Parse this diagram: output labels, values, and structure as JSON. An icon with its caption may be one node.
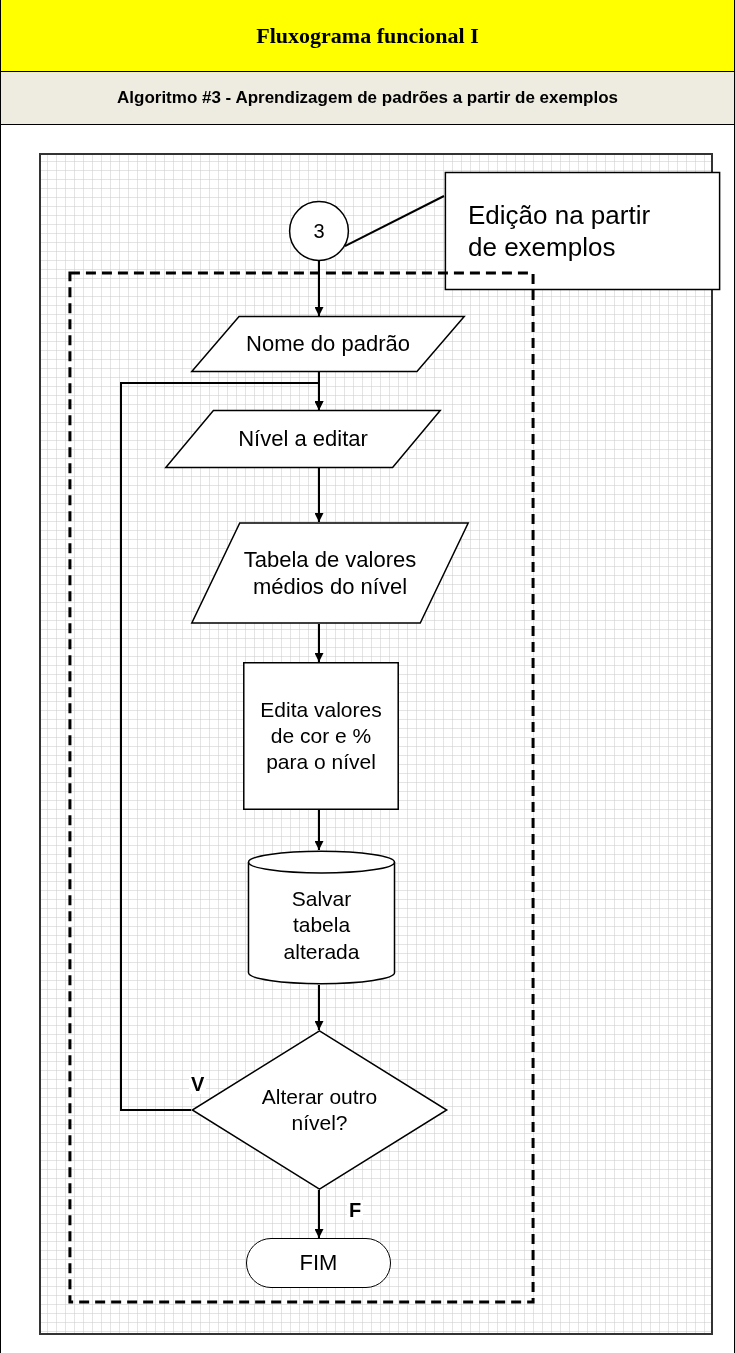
{
  "diagram": {
    "title": "Fluxograma funcional I",
    "nodes": [
      {
        "text": [
          "3"
        ]
      },
      {
        "text": [
          "Edição na partir de exemplos"
        ]
      },
      {
        "text": [],
        "shape": "box"
      },
      {
        "text": [
          "Nome do padrão"
        ],
        "in": 2
      },
      {
        "text": [
          "Nível a editar"
        ],
        "in": 2
      },
      {
        "text": [
          "Tabela de valores médios do nível"
        ],
        "in": 2
      },
      {
        "text": [
          "Edita valores de cor e % para o nível"
        ],
        "in": 2
      },
      {
        "text": [
          "Salvar tabela alterada"
        ],
        "in": 2
      },
      {
        "text": [
          "Alterar outro nível?"
        ],
        "in": 2
      },
      {
        "text": [
          "FIM"
        ],
        "in": 2
      }
    ],
    "edges": [
      {
        "from": 0,
        "to": 3,
        "arrow": "to"
      },
      {
        "from": 3,
        "to": 4,
        "arrow": "to"
      },
      {
        "from": 4,
        "to": 5,
        "arrow": "to"
      },
      {
        "from": 5,
        "to": 6,
        "arrow": "to"
      },
      {
        "from": 6,
        "to": 7,
        "arrow": "to"
      },
      {
        "from": 7,
        "to": 8,
        "arrow": "to"
      },
      {
        "from": 8,
        "to": 4,
        "arrow": "to",
        "label": "V"
      },
      {
        "from": 8,
        "to": 9,
        "arrow": "to",
        "label": "F"
      },
      {
        "from": 1,
        "to": 0,
        "arrow": "none"
      }
    ],
    "labels": [
      "Algoritmo #3 - Aprendizagem de padrões a partir de exemplos"
    ]
  }
}
